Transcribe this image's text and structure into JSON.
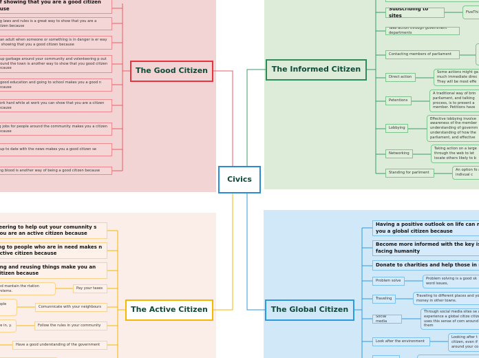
{
  "center": {
    "label": "Civics"
  },
  "colors": {
    "good": "#e8323c",
    "informed": "#2e8b57",
    "active": "#f5b800",
    "global": "#2a9ae0",
    "center": "#2a8ad4"
  },
  "good": {
    "title": "The Good Citizen",
    "items": [
      "of showing that you are a good citizen ause",
      "ing laws and rules is a great way to show that you are a citizen because",
      "g an adult when someone or something is in danger is er way of showing that you a good citizen because",
      "g up garbage around your community and volenteering p out around the town is another way to show that you good citizen because",
      "g good education and going to school makes you a good n because",
      "work hard while at work you can show that you are a citizen because",
      "ng jobs for people around the community makes you a citizen because",
      "g up to date with the news makes you a good citizen se",
      "ting blood is another way of being a good citizen because"
    ]
  },
  "informed": {
    "title": "The Informed Citizen",
    "items": [
      {
        "label": "",
        "detail": ""
      },
      {
        "label": "Subscribing to sites",
        "detail": "FiveThi politics"
      },
      {
        "label": "Take action through government departments",
        "detail": ""
      },
      {
        "label": "Contacting members of parliament",
        "detail": ""
      },
      {
        "label": "Direct action",
        "detail": "Some actions might ga much immediate direc They will be most effe"
      },
      {
        "label": "Petentions",
        "detail": "A traditional way of brin parliament, and talking process, is to present a member. Petitions have"
      },
      {
        "label": "Lobbying",
        "detail": "Effective lobbying involve awareness of the member understanding of governm understanding of how the parliament, and effective"
      },
      {
        "label": "Networking",
        "detail": "Taking action on a large through the web to let locate others likely to b"
      },
      {
        "label": "Standing for parliment",
        "detail": "An option fo an indivual c"
      }
    ]
  },
  "active": {
    "title": "The Active Citizen",
    "bold_items": [
      "teering to help out your comunnity s you are an active citizen because",
      "ing to people who are in need makes n active citizen because",
      "ling and reusing things make you an citizen because"
    ],
    "items": [
      {
        "label": "Pay your taxes",
        "detail": "and mantain the rtation systems."
      },
      {
        "label": "Comunnicate with your neighbours",
        "detail": "eople"
      },
      {
        "label": "Follow the rules in your community",
        "detail": "are in, y."
      },
      {
        "label": "Have a good understanding of the government",
        "detail": ""
      }
    ]
  },
  "global": {
    "title": "The Global Citizen",
    "bold_items": [
      "Having a positive outlook on life can m you a global citizen because",
      "Become more informed with the key is facing humanity",
      "Donate to charities and help those in n"
    ],
    "items": [
      {
        "label": "Problem solve",
        "detail": "Problem solving is a good sk word issues,"
      },
      {
        "label": "Traveling",
        "detail": "Traveling to different places and your money in other towns."
      },
      {
        "label": "Social media",
        "detail": "Through social media sites se and experience a global citize citizen uses this sense of com around them"
      },
      {
        "label": "Look after the environment",
        "detail": "Looking after t citizen, even if around your co"
      }
    ]
  }
}
